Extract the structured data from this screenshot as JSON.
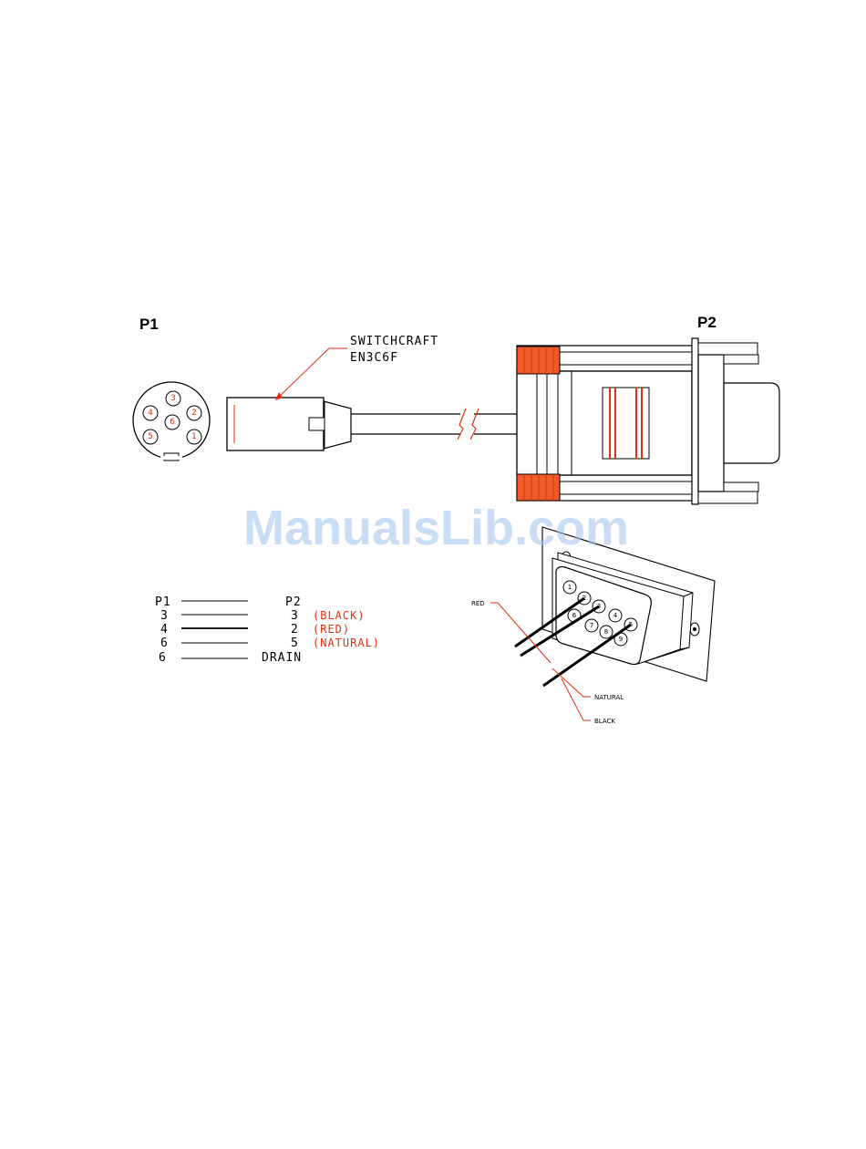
{
  "labels": {
    "p1": "P1",
    "p2": "P2",
    "connector_part_line1": "SWITCHCRAFT",
    "connector_part_line2": "EN3C6F",
    "watermark": "ManualsLib.com"
  },
  "p1_pins": [
    "3",
    "4",
    "6",
    "2",
    "5",
    "1"
  ],
  "wiring_table": {
    "header_p1": "P1",
    "header_p2": "P2",
    "rows": [
      {
        "p1": "3",
        "p2": "3",
        "color": "(BLACK)"
      },
      {
        "p1": "4",
        "p2": "2",
        "color": "(RED)"
      },
      {
        "p1": "6",
        "p2": "5",
        "color": "(NATURAL)"
      },
      {
        "p1": "6",
        "p2": "DRAIN",
        "color": ""
      }
    ]
  },
  "db9_pins": [
    "1",
    "2",
    "3",
    "4",
    "5",
    "6",
    "7",
    "8",
    "9"
  ],
  "wire_callouts": {
    "red": "RED",
    "natural": "NATURAL",
    "black": "BLACK"
  },
  "colors": {
    "accent_red": "#e03010",
    "knurl_orange": "#f05a28",
    "line": "#000000",
    "watermark": "#9ec3ec"
  }
}
